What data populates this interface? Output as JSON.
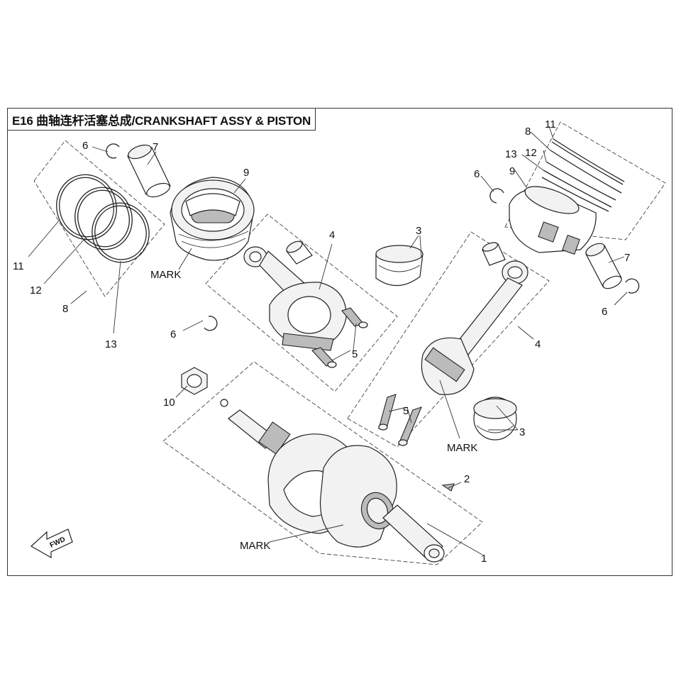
{
  "title": "E16 曲轴连杆活塞总成/CRANKSHAFT ASSY & PISTON",
  "callouts": {
    "n1": "1",
    "n2": "2",
    "n3a": "3",
    "n3b": "3",
    "n4a": "4",
    "n4b": "4",
    "n5a": "5",
    "n5b": "5",
    "n6a": "6",
    "n6b": "6",
    "n6c": "6",
    "n6d": "6",
    "n7a": "7",
    "n7b": "7",
    "n8a": "8",
    "n8b": "8",
    "n9a": "9",
    "n9b": "9",
    "n10": "10",
    "n11a": "11",
    "n11b": "11",
    "n12a": "12",
    "n12b": "12",
    "n13a": "13",
    "n13b": "13"
  },
  "marks": {
    "piston": "MARK",
    "rod": "MARK",
    "crank": "MARK"
  },
  "fwd": "FWD"
}
